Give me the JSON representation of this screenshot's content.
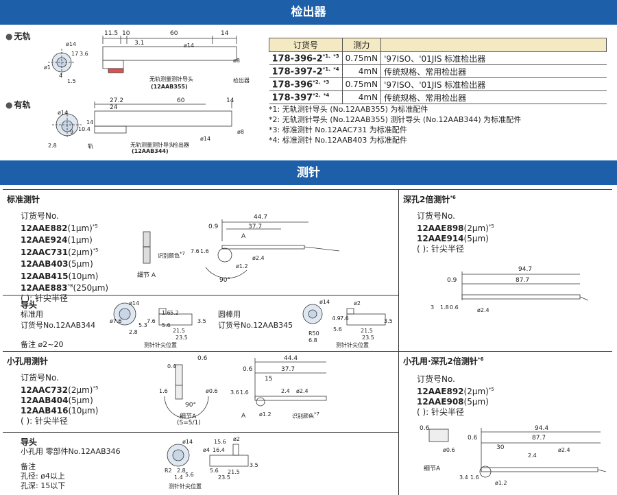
{
  "detector": {
    "banner": "检出器",
    "no_rail_label": "无轨",
    "rail_label": "有轨",
    "dims_no_rail": [
      "11.5",
      "10",
      "60",
      "14",
      "3.1",
      "ø14",
      "ø8",
      "ø14",
      "3.6",
      "17",
      "ø1",
      "4",
      "1.5"
    ],
    "dims_rail": [
      "27.2",
      "24",
      "60",
      "14",
      "ø14",
      "ø14",
      "2.8",
      "9",
      "10.4",
      "ø8",
      "14"
    ],
    "callout_no_rail": "无轨测量测针导头",
    "callout_no_rail_code": "(12AAB355)",
    "callout_detector_1": "检出器",
    "callout_rail": "无轨测量测针导头",
    "callout_rail_code": "(12AAB344)",
    "callout_detector_2": "检出器",
    "callout_track": "轨",
    "table": {
      "headers": [
        "订货号",
        "测力",
        ""
      ],
      "rows": [
        {
          "code": "178-396-2",
          "sup": "*1、*3",
          "force": "0.75mN",
          "desc": "'97ISO、'01JIS 标准检出器"
        },
        {
          "code": "178-397-2",
          "sup": "*1、*4",
          "force": "4mN",
          "desc": "传统规格、常用检出器"
        },
        {
          "code": "178-396",
          "sup": "*2、*3",
          "force": "0.75mN",
          "desc": "'97ISO、'01JIS 标准检出器"
        },
        {
          "code": "178-397",
          "sup": "*2、*4",
          "force": "4mN",
          "desc": "传统规格、常用检出器"
        }
      ]
    },
    "notes": [
      "*1: 无轨测针导头 (No.12AAB355) 为标准配件",
      "*2: 无轨测针导头 (No.12AAB355) 测针导头 (No.12AAB344) 为标准配件",
      "*3: 标准测针 No.12AAC731 为标准配件",
      "*4: 标准测针 No.12AAB403 为标准配件"
    ]
  },
  "stylus": {
    "banner": "测针",
    "standard": {
      "title": "标准测针",
      "order_label": "订货号No.",
      "items": [
        {
          "code": "12AAE882",
          "spec": "(1μm)",
          "sup": "*5"
        },
        {
          "code": "12AAE924",
          "spec": "(1μm)",
          "sup": ""
        },
        {
          "code": "12AAC731",
          "spec": "(2μm)",
          "sup": "*5"
        },
        {
          "code": "12AAB403",
          "spec": "(5μm)",
          "sup": ""
        },
        {
          "code": "12AAB415",
          "spec": "(10μm)",
          "sup": ""
        },
        {
          "code": "12AAE883",
          "spec": "(250μm)",
          "sup": "*8"
        }
      ],
      "footnote": "(   ): 针尖半径",
      "dims": [
        "44.7",
        "37.7",
        "0.9",
        "A",
        "7.6",
        "1.6",
        "ø2.4",
        "ø1.2",
        "90°"
      ],
      "id_color": "识别颜色",
      "id_sup": "*7",
      "detail": "细节 A"
    },
    "guide_std": {
      "title": "导头",
      "sub1": "标准用",
      "order1": "订货号No.12AAB344",
      "sub2": "圆棒用",
      "order2": "订货号No.12AAB345",
      "note": "备注  ø2~20",
      "dims1": [
        "ø14",
        "ø7.6",
        "7.6",
        "5.3",
        "2.8",
        "5.6",
        "21.5",
        "23.5",
        "3.5",
        "1.6",
        "5.2"
      ],
      "dims2": [
        "ø14",
        "ø2",
        "R50",
        "6.8",
        "5.6",
        "21.5",
        "23.5",
        "3.5",
        "7.6",
        "4.9"
      ],
      "measure_pos1": "测针针尖位置",
      "measure_pos2": "测针针尖位置"
    },
    "deep2x": {
      "title": "深孔2倍测针",
      "sup": "*6",
      "order_label": "订货号No.",
      "items": [
        {
          "code": "12AAE898",
          "spec": "(2μm)",
          "sup": "*5"
        },
        {
          "code": "12AAE914",
          "spec": "(5μm)",
          "sup": ""
        }
      ],
      "footnote": "(   ): 针尖半径",
      "dims": [
        "94.7",
        "87.7",
        "0.9",
        "3",
        "1.8",
        "0.6",
        "ø2.4"
      ]
    },
    "small": {
      "title": "小孔用测针",
      "order_label": "订货号No.",
      "items": [
        {
          "code": "12AAC732",
          "spec": "(2μm)",
          "sup": "*5"
        },
        {
          "code": "12AAB404",
          "spec": "(5μm)",
          "sup": ""
        },
        {
          "code": "12AAB416",
          "spec": "(10μm)",
          "sup": ""
        }
      ],
      "footnote": "(   ): 针尖半径",
      "dims": [
        "0.6",
        "0.4",
        "1.6",
        "ø0.6",
        "90°",
        "44.4",
        "37.7",
        "0.6",
        "15",
        "3.6",
        "1.6",
        "2.4",
        "ø2.4",
        "A",
        "ø1.2"
      ],
      "detail": "细节A",
      "detail_scale": "(S=5/1)",
      "id_color": "识别颜色",
      "id_sup": "*7"
    },
    "guide_small": {
      "title": "导头",
      "sub": "小孔用 零部件No.12AAB346",
      "note_label": "备注",
      "note1": "孔径: ø4以上",
      "note2": "孔深: 15以下",
      "dims": [
        "ø14",
        "15.6",
        "16.4",
        "ø2",
        "ø4",
        "R2",
        "2.8",
        "5.6",
        "1.4",
        "5.6",
        "23.5",
        "21.5",
        "3.5"
      ],
      "measure_pos": "测针针尖位置"
    },
    "small_deep": {
      "title": "小孔用·深孔2倍测针",
      "sup": "*6",
      "order_label": "订货号No.",
      "items": [
        {
          "code": "12AAE892",
          "spec": "(2μm)",
          "sup": "*5"
        },
        {
          "code": "12AAE908",
          "spec": "(5μm)",
          "sup": ""
        }
      ],
      "footnote": "(   ): 针尖半径",
      "dims": [
        "0.6",
        "ø0.6",
        "94.4",
        "87.7",
        "0.6",
        "30",
        "ø2.4",
        "2.4",
        "3.4",
        "1.6",
        "ø1.2"
      ],
      "detail": "细节A"
    }
  }
}
